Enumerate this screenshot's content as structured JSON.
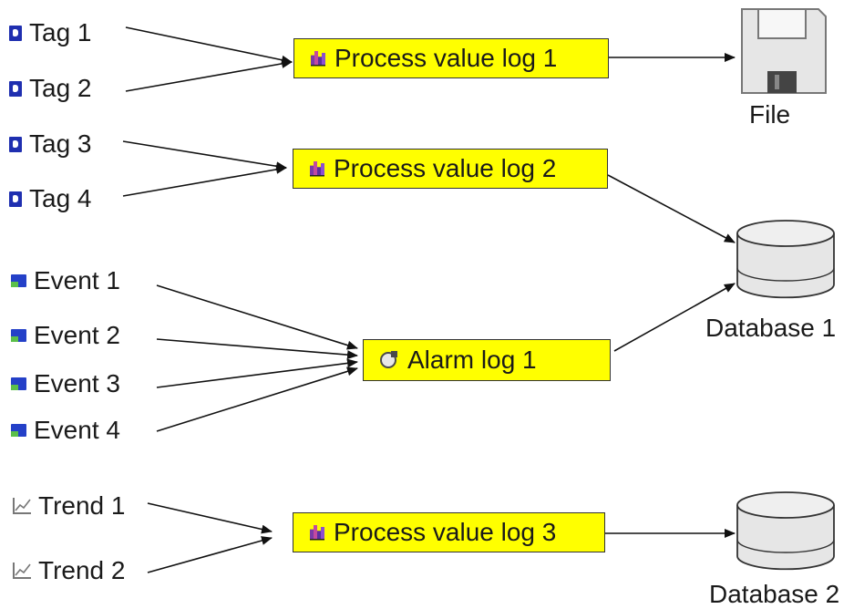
{
  "sources": {
    "tags": [
      "Tag 1",
      "Tag 2",
      "Tag 3",
      "Tag 4"
    ],
    "events": [
      "Event 1",
      "Event 2",
      "Event 3",
      "Event 4"
    ],
    "trends": [
      "Trend 1",
      "Trend 2"
    ]
  },
  "logs": {
    "pv1": "Process value log 1",
    "pv2": "Process value log 2",
    "alarm1": "Alarm log 1",
    "pv3": "Process value log 3"
  },
  "targets": {
    "file": "File",
    "db1": "Database 1",
    "db2": "Database 2"
  },
  "colors": {
    "log_fill": "#ffff00",
    "tag_icon": "#1f2fb0",
    "event_icon": "#2440c8",
    "storage_fill": "#e6e6e6"
  }
}
